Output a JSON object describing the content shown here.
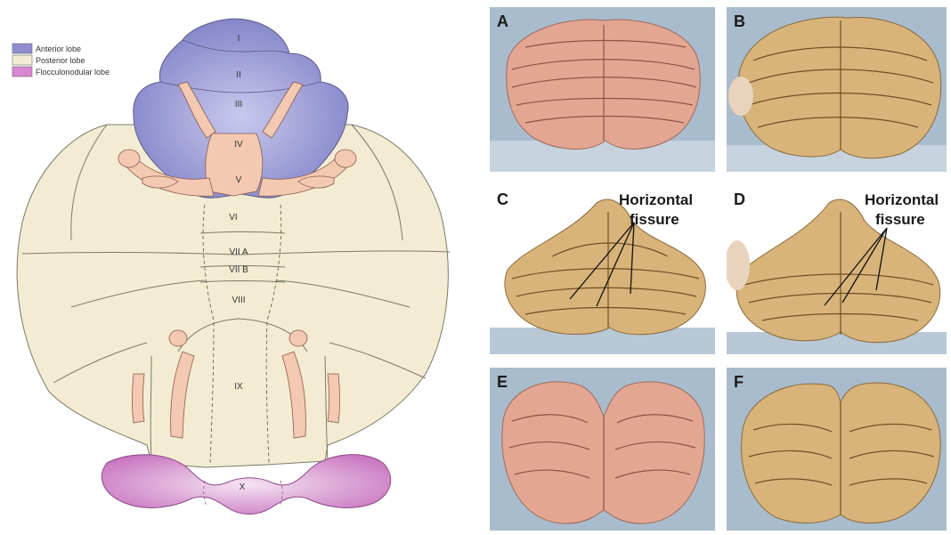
{
  "legend": {
    "items": [
      {
        "label": "Anterior lobe",
        "color": "#8f8fd0"
      },
      {
        "label": "Posterior lobe",
        "color": "#f3ecd2"
      },
      {
        "label": "Flocculonodular lobe",
        "color": "#d986d0"
      }
    ]
  },
  "lobules": {
    "i": "I",
    "ii": "II",
    "iii": "III",
    "iv": "IV",
    "v": "V",
    "vi": "VI",
    "viia": "VII A",
    "viib": "VII B",
    "viii": "VIII",
    "ix": "IX",
    "x": "X"
  },
  "photos": {
    "a": {
      "letter": "A",
      "tone": "pink"
    },
    "b": {
      "letter": "B",
      "tone": "tan"
    },
    "c": {
      "letter": "C",
      "tone": "tan",
      "annotation_line1": "Horizontal",
      "annotation_line2": "fissure"
    },
    "d": {
      "letter": "D",
      "tone": "tan",
      "annotation_line1": "Horizontal",
      "annotation_line2": "fissure"
    },
    "e": {
      "letter": "E",
      "tone": "pink"
    },
    "f": {
      "letter": "F",
      "tone": "tan"
    }
  },
  "colors": {
    "anterior": "#8f8fd0",
    "posterior": "#f3ecd2",
    "flocculonodular": "#d986d0",
    "homunculus": "#f4c9b2",
    "pink_specimen": "#e3a692",
    "tan_specimen": "#d8b47a",
    "photo_background": "#9fb4c7"
  }
}
